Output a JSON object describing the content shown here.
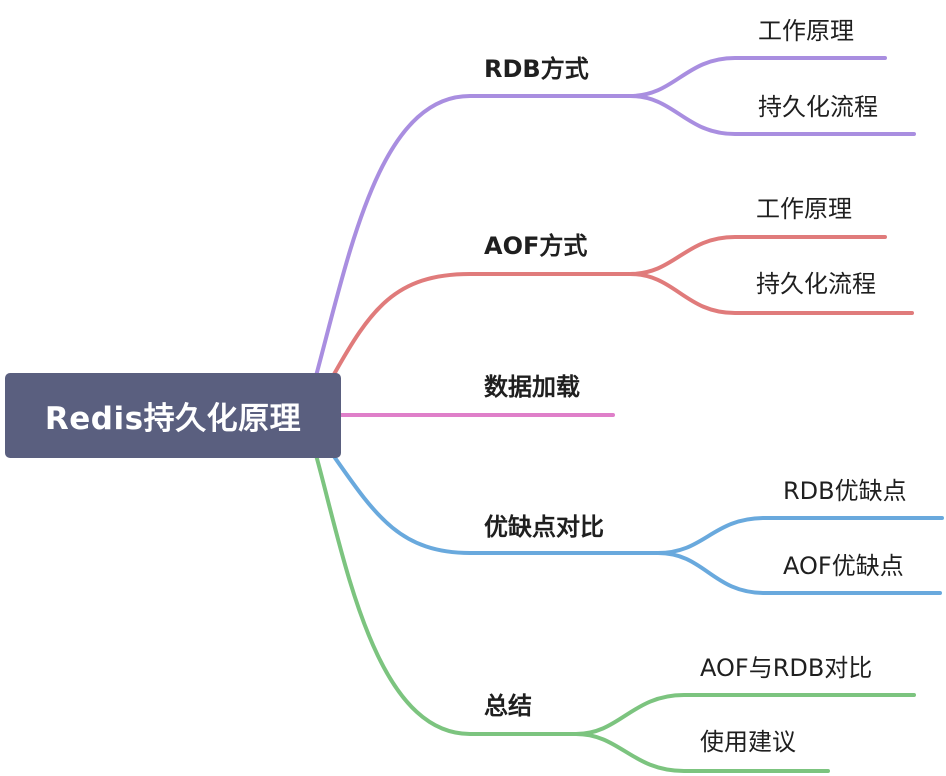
{
  "root": {
    "label": "Redis持久化原理",
    "color": "#5a5f7f"
  },
  "branches": [
    {
      "label": "RDB方式",
      "color": "#a98ee0",
      "children": [
        {
          "label": "工作原理"
        },
        {
          "label": "持久化流程"
        }
      ]
    },
    {
      "label": "AOF方式",
      "color": "#e07b7b",
      "children": [
        {
          "label": "工作原理"
        },
        {
          "label": "持久化流程"
        }
      ]
    },
    {
      "label": "数据加载",
      "color": "#df7fc9",
      "children": []
    },
    {
      "label": "优缺点对比",
      "color": "#69a9dd",
      "children": [
        {
          "label": "RDB优缺点"
        },
        {
          "label": "AOF优缺点"
        }
      ]
    },
    {
      "label": "总结",
      "color": "#7cc47f",
      "children": [
        {
          "label": "AOF与RDB对比"
        },
        {
          "label": "使用建议"
        }
      ]
    }
  ]
}
